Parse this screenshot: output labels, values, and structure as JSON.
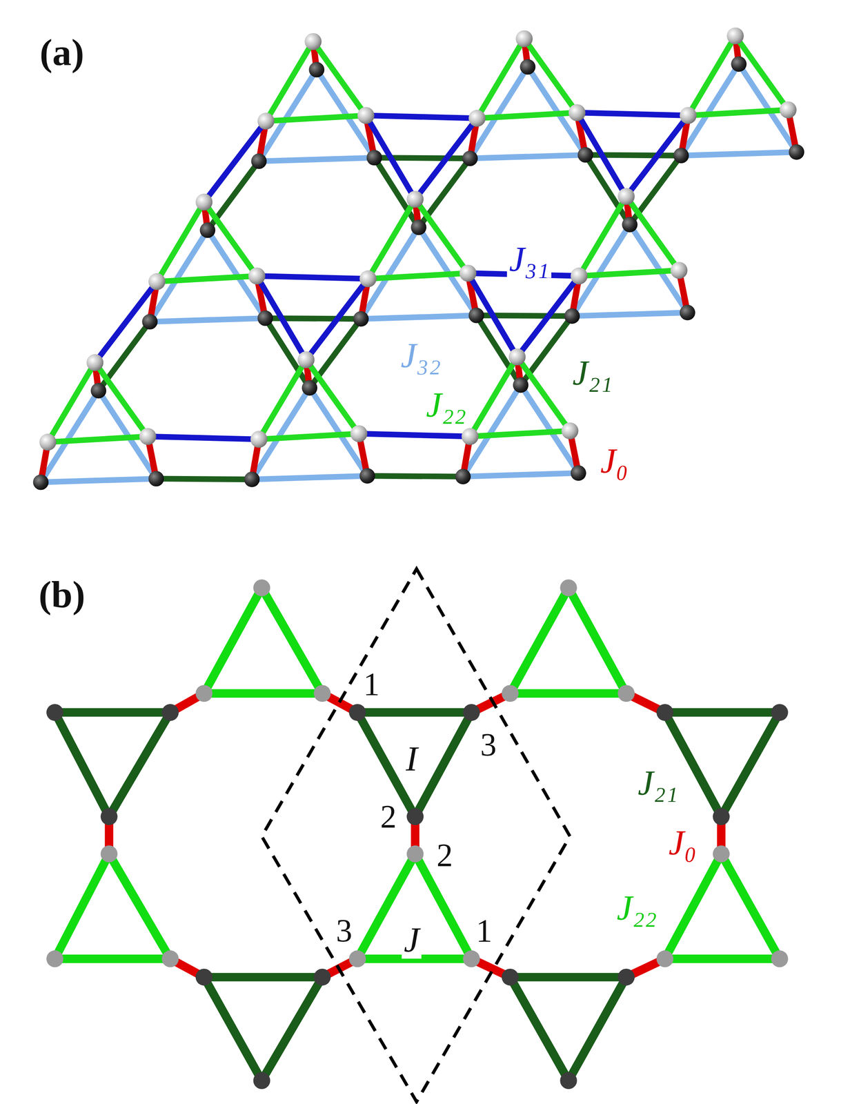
{
  "diagram": {
    "labels": [
      "(a)",
      "J₃₁",
      "J₃₂",
      "J₂₁",
      "J₂₂",
      "J₀",
      "(b)",
      "1",
      "3",
      "I",
      "J₂₁",
      "2",
      "J₀",
      "2",
      "J₂₂",
      "3",
      "1",
      "J"
    ]
  }
}
